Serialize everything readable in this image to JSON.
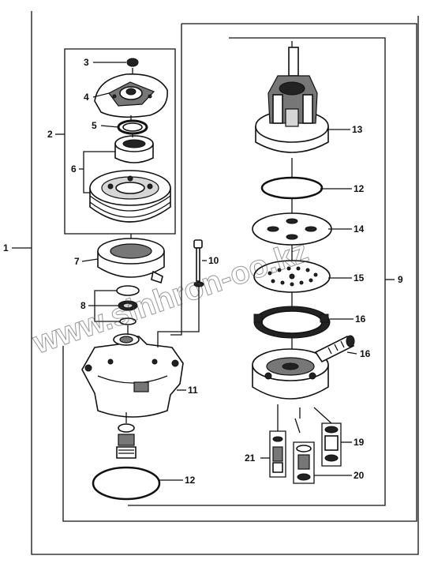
{
  "labels": {
    "l1": "1",
    "l2": "2",
    "l3": "3",
    "l4": "4",
    "l5": "5",
    "l6": "6",
    "l7": "7",
    "l8": "8",
    "l9": "9",
    "l10": "10",
    "l11": "11",
    "l12a": "12",
    "l12b": "12",
    "l13": "13",
    "l14": "14",
    "l15": "15",
    "l16a": "16",
    "l16b": "16",
    "l19": "19",
    "l20": "20",
    "l21": "21"
  },
  "watermark": "www.sinhron-oo.kz"
}
